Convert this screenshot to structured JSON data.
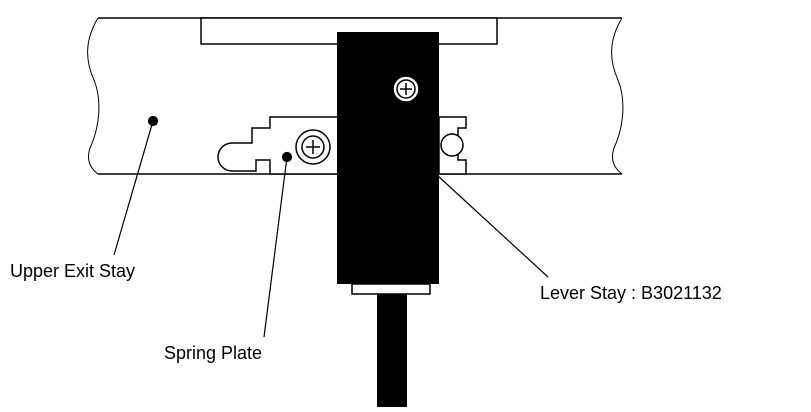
{
  "labels": {
    "upper_exit_stay": "Upper Exit Stay",
    "spring_plate": "Spring Plate",
    "lever_stay": "Lever Stay : B3021132"
  },
  "colors": {
    "line": "#000000",
    "fill_dark": "#000000",
    "background": "#ffffff"
  }
}
